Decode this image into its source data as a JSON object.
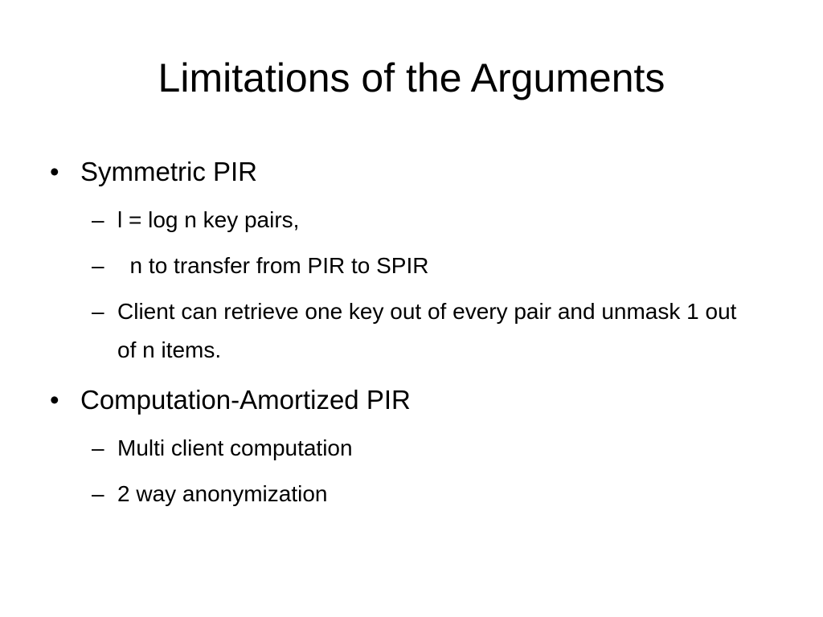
{
  "slide": {
    "title": "Limitations of the Arguments",
    "bullet_marker": "•",
    "dash_marker": "–",
    "items": [
      {
        "text": "Symmetric PIR",
        "subitems": [
          "l = log n key pairs,",
          "  n to transfer from PIR to SPIR",
          "Client can retrieve one key out of every pair and unmask 1 out of n items."
        ]
      },
      {
        "text": "Computation-Amortized PIR",
        "subitems": [
          "Multi client computation",
          "2 way anonymization"
        ]
      }
    ]
  }
}
